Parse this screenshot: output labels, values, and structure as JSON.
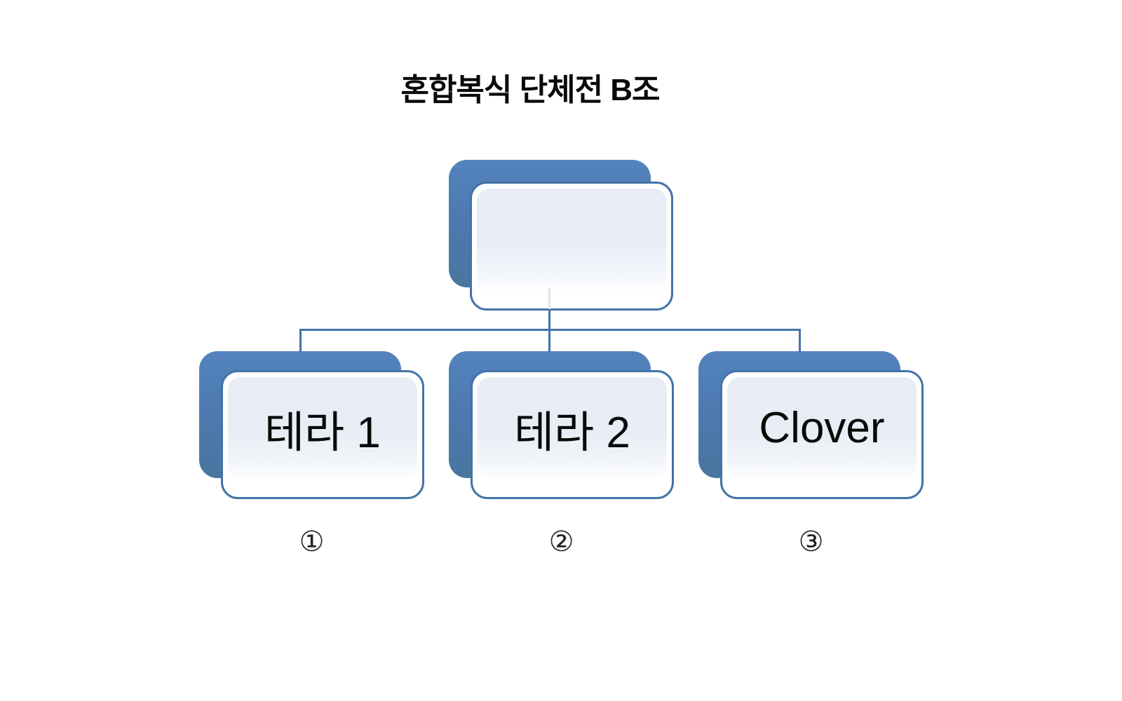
{
  "title": "혼합복식 단체전 B조",
  "diagram": {
    "type": "org-chart",
    "root": {
      "label": ""
    },
    "children": [
      {
        "label": "테라 1",
        "badge": "①"
      },
      {
        "label": "테라 2",
        "badge": "②"
      },
      {
        "label": "Clover",
        "badge": "③"
      }
    ]
  },
  "colors": {
    "background": "#ffffff",
    "text": "#0a0a0a",
    "shape_back": "#4d7bb2",
    "shape_border": "#4373a8",
    "shape_fill": "#e8edf5",
    "connector": "#4373a8",
    "badge_color": "#222222"
  }
}
